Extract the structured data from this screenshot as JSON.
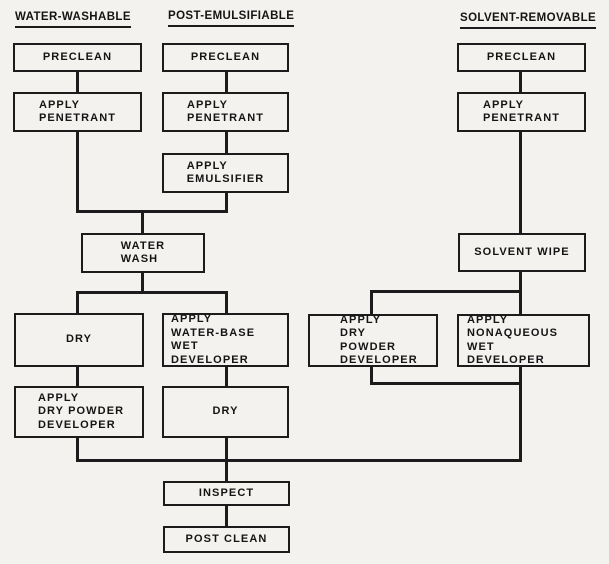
{
  "diagram": {
    "type": "flowchart",
    "subject": "liquid penetrant inspection process",
    "colors": {
      "background": "#f3f2ef",
      "line": "#1c1c1c",
      "text": "#141414"
    },
    "headers": [
      {
        "id": "water-washable",
        "label": "WATER-WASHABLE"
      },
      {
        "id": "post-emulsifiable",
        "label": "POST-EMULSIFIABLE"
      },
      {
        "id": "solvent-removable",
        "label": "SOLVENT-REMOVABLE"
      }
    ],
    "nodes": [
      {
        "id": "ww-preclean",
        "label": "PRECLEAN"
      },
      {
        "id": "ww-apply-penetrant",
        "label": "APPLY\nPENETRANT"
      },
      {
        "id": "pe-preclean",
        "label": "PRECLEAN"
      },
      {
        "id": "pe-apply-penetrant",
        "label": "APPLY\nPENETRANT"
      },
      {
        "id": "pe-apply-emulsifier",
        "label": "APPLY\nEMULSIFIER"
      },
      {
        "id": "water-wash",
        "label": "WATER\nWASH"
      },
      {
        "id": "ww-dry",
        "label": "DRY"
      },
      {
        "id": "pe-apply-water-base-wet-developer",
        "label": "APPLY\nWATER-BASE  WET\nDEVELOPER"
      },
      {
        "id": "ww-apply-dry-powder-developer",
        "label": "APPLY\nDRY POWDER\nDEVELOPER"
      },
      {
        "id": "pe-dry",
        "label": "DRY"
      },
      {
        "id": "sr-preclean",
        "label": "PRECLEAN"
      },
      {
        "id": "sr-apply-penetrant",
        "label": "APPLY\nPENETRANT"
      },
      {
        "id": "sr-solvent-wipe",
        "label": "SOLVENT WIPE"
      },
      {
        "id": "sr-apply-dry-powder-developer",
        "label": "APPLY\nDRY\nPOWDER\nDEVELOPER"
      },
      {
        "id": "sr-apply-nonaqueous-wet-developer",
        "label": "APPLY\nNONAQUEOUS WET\nDEVELOPER"
      },
      {
        "id": "inspect",
        "label": "INSPECT"
      },
      {
        "id": "post-clean",
        "label": "POST CLEAN"
      }
    ],
    "edges": [
      {
        "from": "ww-preclean",
        "to": "ww-apply-penetrant"
      },
      {
        "from": "ww-apply-penetrant",
        "to": "water-wash"
      },
      {
        "from": "pe-preclean",
        "to": "pe-apply-penetrant"
      },
      {
        "from": "pe-apply-penetrant",
        "to": "pe-apply-emulsifier"
      },
      {
        "from": "pe-apply-emulsifier",
        "to": "water-wash"
      },
      {
        "from": "water-wash",
        "to": "ww-dry"
      },
      {
        "from": "water-wash",
        "to": "pe-apply-water-base-wet-developer"
      },
      {
        "from": "ww-dry",
        "to": "ww-apply-dry-powder-developer"
      },
      {
        "from": "pe-apply-water-base-wet-developer",
        "to": "pe-dry"
      },
      {
        "from": "ww-apply-dry-powder-developer",
        "to": "inspect"
      },
      {
        "from": "pe-dry",
        "to": "inspect"
      },
      {
        "from": "sr-preclean",
        "to": "sr-apply-penetrant"
      },
      {
        "from": "sr-apply-penetrant",
        "to": "sr-solvent-wipe"
      },
      {
        "from": "sr-solvent-wipe",
        "to": "sr-apply-dry-powder-developer"
      },
      {
        "from": "sr-solvent-wipe",
        "to": "sr-apply-nonaqueous-wet-developer"
      },
      {
        "from": "sr-apply-dry-powder-developer",
        "to": "inspect"
      },
      {
        "from": "sr-apply-nonaqueous-wet-developer",
        "to": "inspect"
      },
      {
        "from": "inspect",
        "to": "post-clean"
      }
    ]
  }
}
